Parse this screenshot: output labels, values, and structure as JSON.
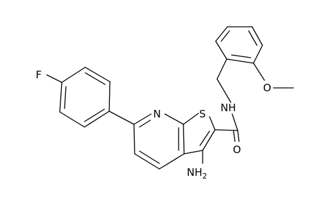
{
  "atoms": {
    "F": "F",
    "N_ring": "N",
    "S": "S",
    "NH": "NH",
    "O_carbonyl": "O",
    "O_methoxy": "O",
    "NH2_N": "NH",
    "NH2_sub": "2"
  }
}
